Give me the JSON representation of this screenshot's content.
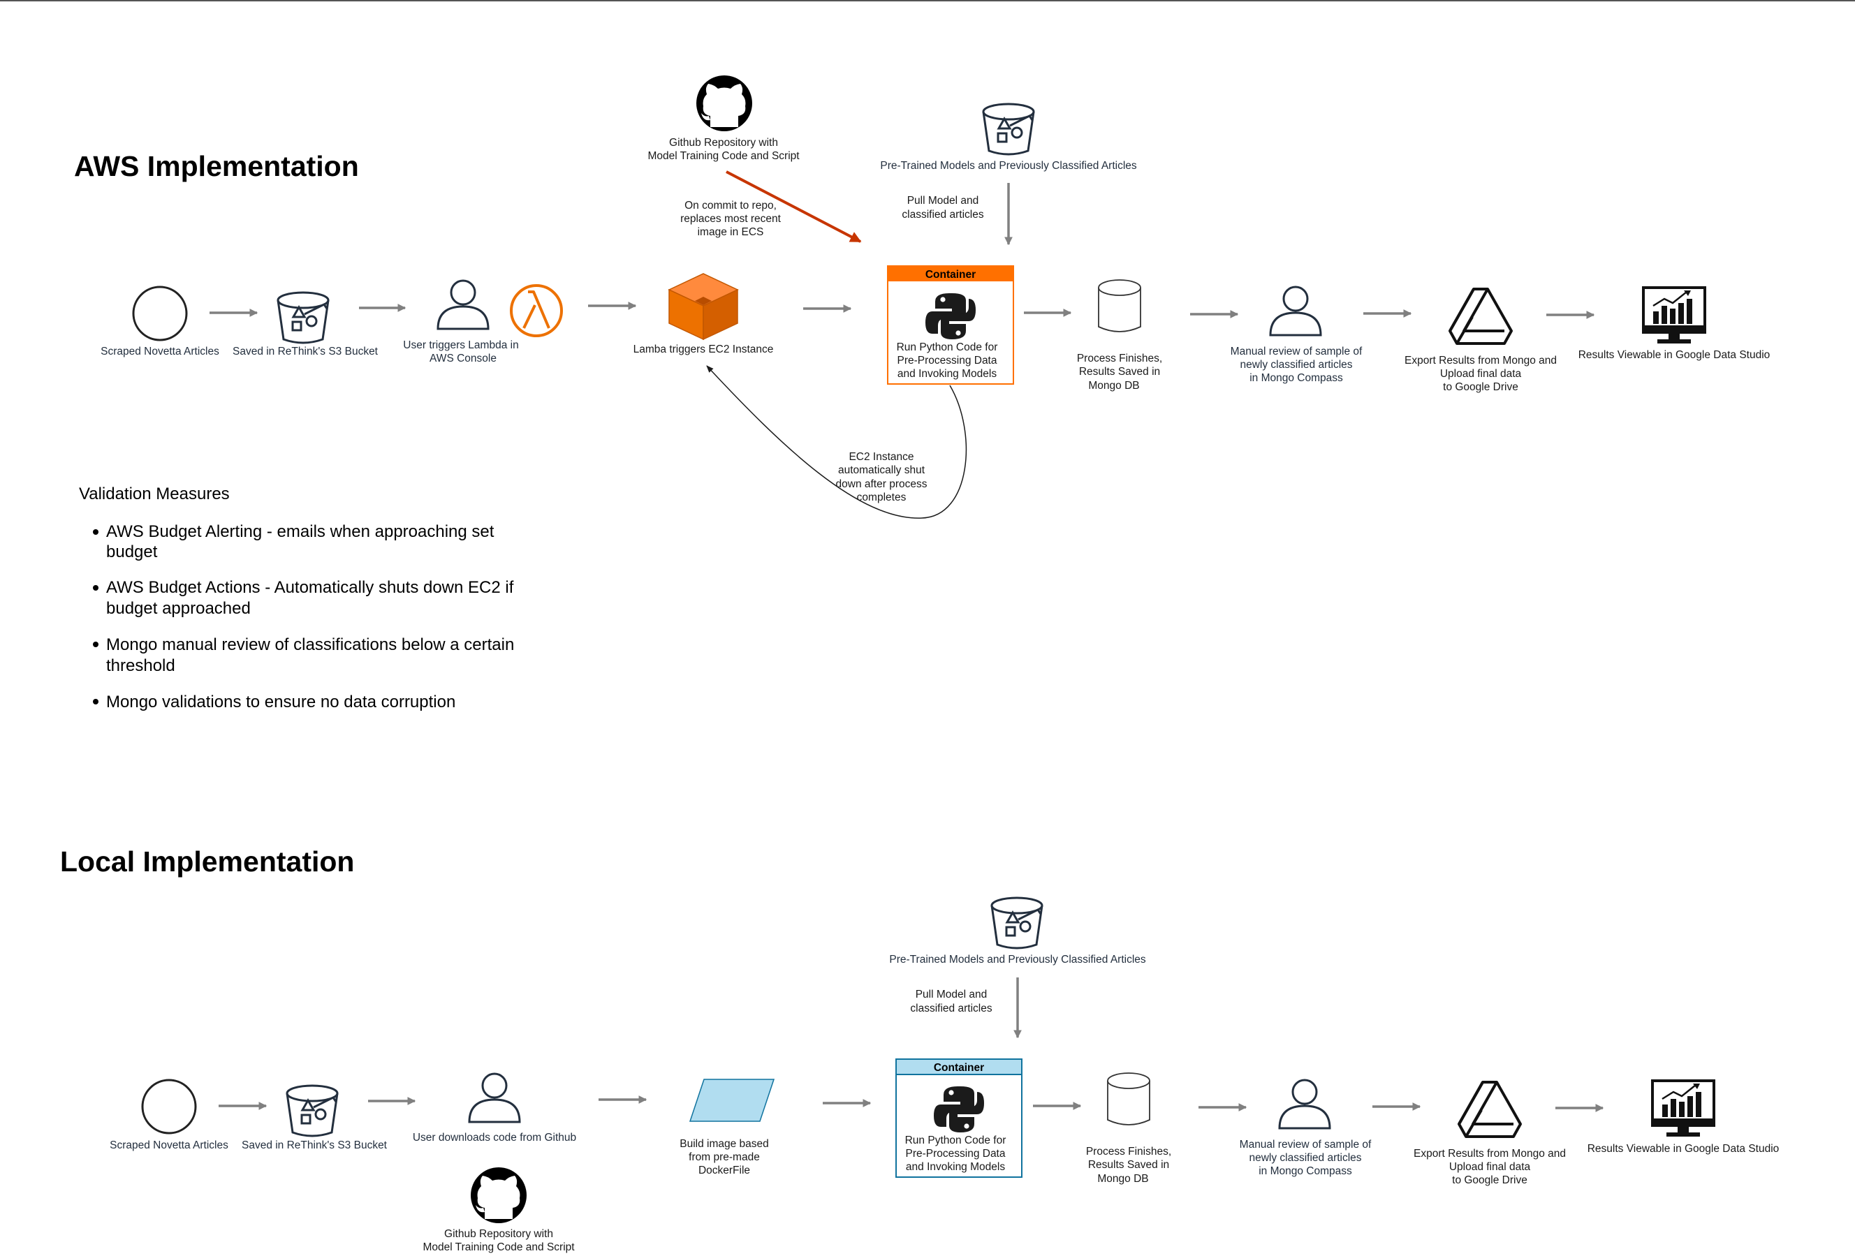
{
  "headings": {
    "aws": "AWS Implementation",
    "local": "Local Implementation"
  },
  "aws": {
    "scraped": "Scraped Novetta Articles",
    "s3": "Saved in ReThink's S3 Bucket",
    "user": [
      "User  triggers Lambda in",
      "AWS Console"
    ],
    "ec2": "Lamba triggers EC2 Instance",
    "github": [
      "Github Repository with",
      "Model Training Code and Script"
    ],
    "commit_note": [
      "On commit to repo,",
      "replaces most recent",
      "image in ECS"
    ],
    "pretrained": "Pre-Trained Models and Previously Classified Articles",
    "pull": [
      "Pull Model and",
      "classified articles"
    ],
    "container_title": "Container",
    "container_text": [
      "Run Python Code for",
      "Pre-Processing Data",
      "and Invoking Models"
    ],
    "shutdown": [
      "EC2 Instance",
      "automatically shut",
      "down after process",
      "completes"
    ],
    "mongo": [
      "Process Finishes,",
      "Results Saved in",
      "Mongo DB"
    ],
    "review": [
      "Manual review of sample of",
      "newly classified articles",
      "in Mongo Compass"
    ],
    "export": [
      "Export Results from Mongo and",
      "Upload final data",
      "to Google Drive"
    ],
    "results": "Results Viewable in Google Data Studio"
  },
  "validation": {
    "title": "Validation Measures",
    "items": [
      [
        "AWS Budget Alerting - emails when approaching set",
        "budget"
      ],
      [
        "AWS Budget Actions - Automatically shuts down EC2 if",
        "budget approached"
      ],
      [
        "Mongo manual review of classifications below a certain",
        "threshold"
      ],
      [
        "Mongo validations to ensure no data corruption"
      ]
    ]
  },
  "local": {
    "scraped": "Scraped Novetta Articles",
    "s3": "Saved in ReThink's S3 Bucket",
    "user": "User downloads code from Github",
    "github": [
      "Github Repository with",
      "Model Training Code and Script"
    ],
    "build": [
      "Build image based",
      "from pre-made",
      "DockerFile"
    ],
    "pretrained": "Pre-Trained Models and Previously Classified Articles",
    "pull": [
      "Pull Model and",
      "classified articles"
    ],
    "container_title": "Container",
    "container_text": [
      "Run Python Code for",
      "Pre-Processing Data",
      "and Invoking Models"
    ],
    "mongo": [
      "Process Finishes,",
      "Results Saved in",
      "Mongo DB"
    ],
    "review": [
      "Manual review of sample of",
      "newly classified articles",
      "in Mongo Compass"
    ],
    "export": [
      "Export Results from Mongo and",
      "Upload final data",
      "to Google Drive"
    ],
    "results": "Results Viewable in Google Data Studio"
  },
  "colors": {
    "aws_orange": "#ed7100",
    "container_orange_header": "#ff7000",
    "container_blue_header": "#b1ddf0",
    "container_blue_border": "#10739e",
    "github_red_arrow": "#c73500",
    "flow_gray": "#808080"
  },
  "icons": [
    "circle-icon",
    "s3-bucket-icon",
    "user-icon",
    "lambda-icon",
    "ec2-icon",
    "github-icon",
    "python-icon",
    "database-icon",
    "google-drive-icon",
    "data-studio-monitor-icon",
    "dockerfile-parallelogram-icon"
  ]
}
